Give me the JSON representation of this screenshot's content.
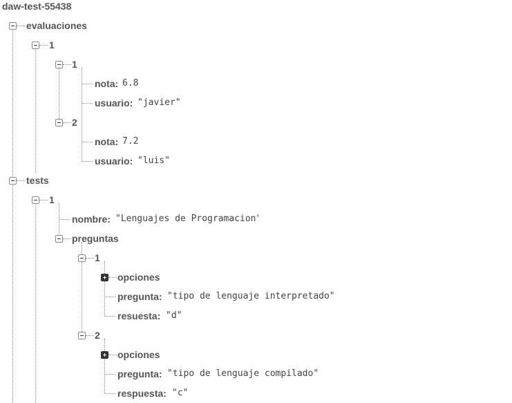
{
  "root": "daw-test-55438",
  "evaluaciones": {
    "label": "evaluaciones",
    "items": [
      {
        "key": "1",
        "children": [
          {
            "key": "1",
            "nota_key": "nota:",
            "nota": "6.8",
            "usuario_key": "usuario:",
            "usuario": "\"javier\""
          },
          {
            "key": "2",
            "nota_key": "nota:",
            "nota": "7.2",
            "usuario_key": "usuario:",
            "usuario": "\"luis\""
          }
        ]
      }
    ]
  },
  "tests": {
    "label": "tests",
    "items": [
      {
        "key": "1",
        "nombre_key": "nombre:",
        "nombre": "\"Lenguajes de Programacion\"",
        "preguntas_label": "preguntas",
        "preguntas": [
          {
            "key": "1",
            "opciones_label": "opciones",
            "pregunta_key": "pregunta:",
            "pregunta": "\"tipo de lenguaje interpretado\"",
            "resp_key": "resuesta:",
            "resp": "\"d\""
          },
          {
            "key": "2",
            "opciones_label": "opciones",
            "pregunta_key": "pregunta:",
            "pregunta": "\"tipo de lenguaje compilado\"",
            "resp_key": "respuesta:",
            "resp": "\"c\""
          }
        ]
      }
    ]
  }
}
